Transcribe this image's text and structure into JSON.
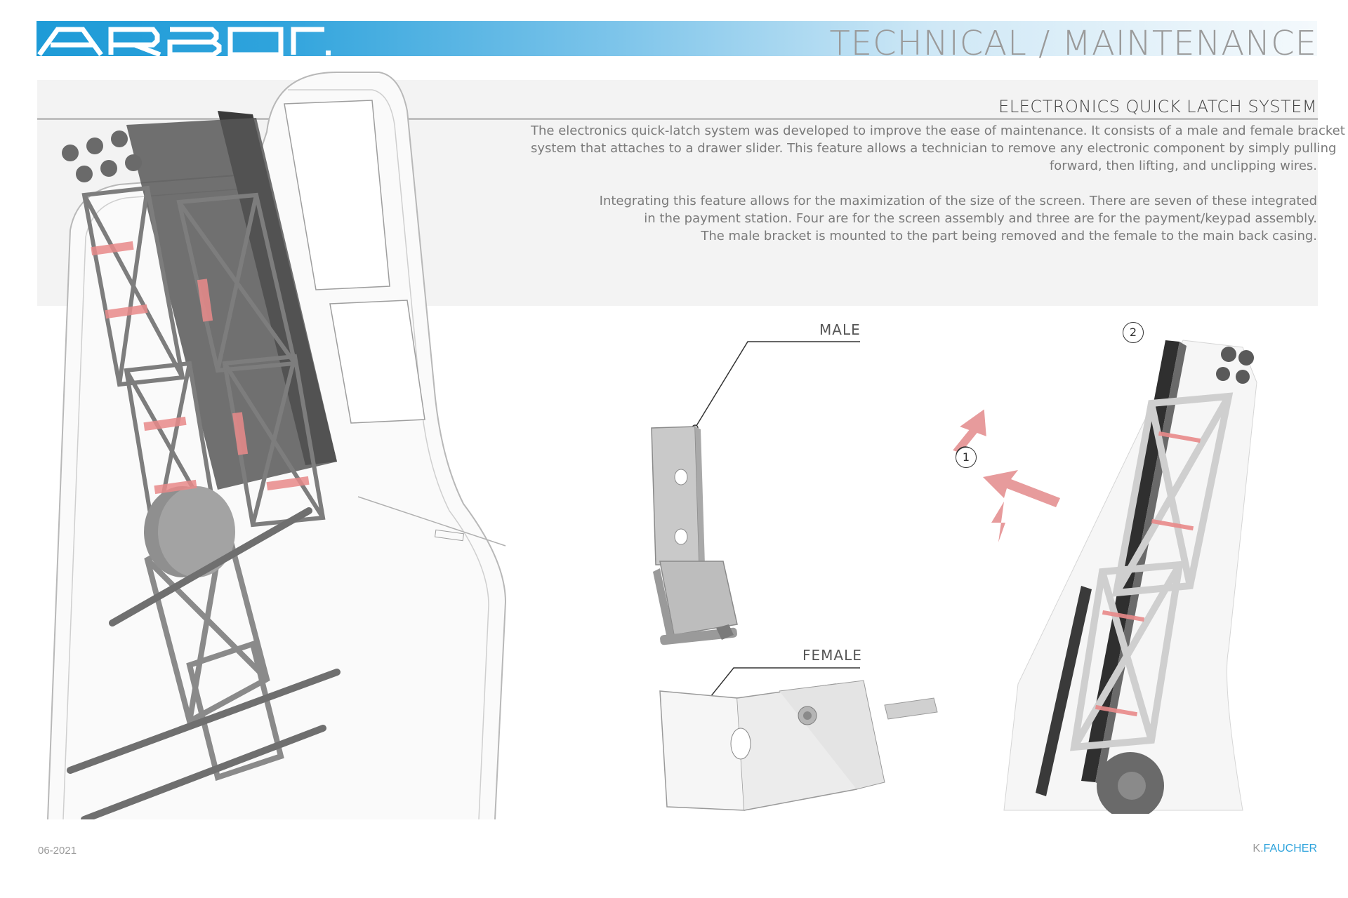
{
  "header": {
    "logo_text": "ARBOR.",
    "page_heading": "TECHNICAL / MAINTENANCE",
    "accent_color": "#2ea3dc"
  },
  "section": {
    "title": "ELECTRONICS QUICK LATCH SYSTEM",
    "paragraph_1": [
      "The electronics quick-latch system was developed to improve the ease of maintenance. It consists of a male and female bracket",
      "system that attaches to a drawer slider. This feature allows a technician to remove any electronic component by simply pulling",
      "forward, then lifting, and unclipping wires."
    ],
    "paragraph_2": [
      "Integrating this feature allows for the maximization of the size of the screen. There are seven of these integrated",
      "in the payment station. Four are for the screen assembly and three are for the payment/keypad assembly.",
      "The male bracket is mounted to the part being removed and the female to the main back casing."
    ]
  },
  "labels": {
    "male": "MALE",
    "female": "FEMALE",
    "step_1": "1",
    "step_2": "2"
  },
  "colors": {
    "latch_highlight": "#e98a8a",
    "arrow": "#e79b9c"
  },
  "footer": {
    "date": "06-2021",
    "author_initial": "K.",
    "author_name": "FAUCHER"
  }
}
